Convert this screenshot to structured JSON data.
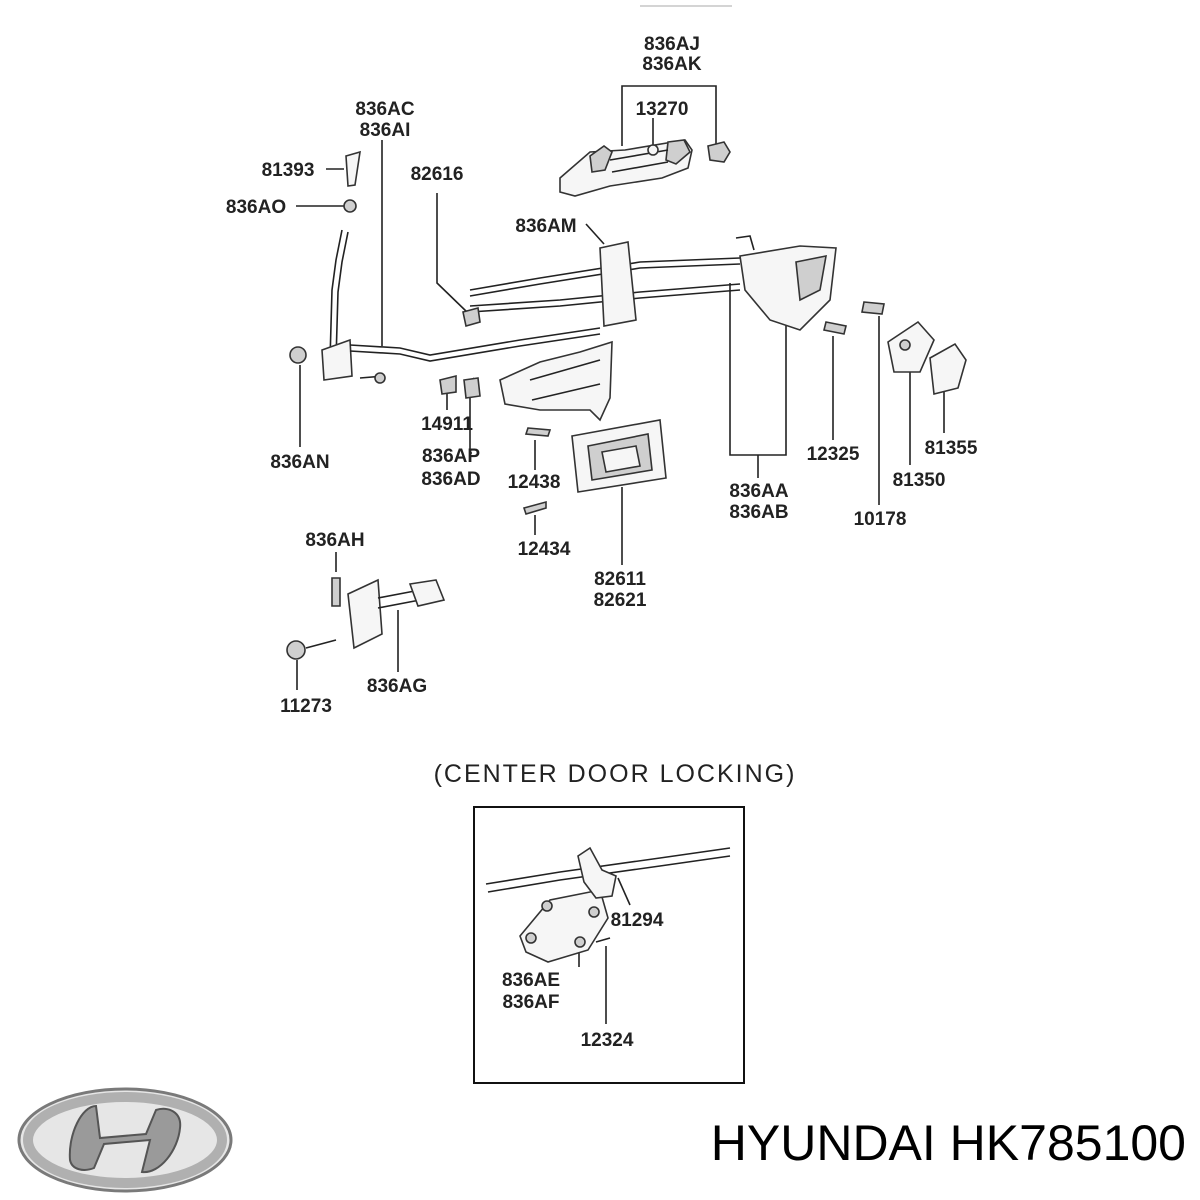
{
  "labels": {
    "l836AJ": "836AJ",
    "l836AK": "836AK",
    "l13270": "13270",
    "l836AC": "836AC",
    "l836AI": "836AI",
    "l81393": "81393",
    "l836AO": "836AO",
    "l82616": "82616",
    "l836AM": "836AM",
    "l836AN": "836AN",
    "l14911": "14911",
    "l836AP": "836AP",
    "l836AD": "836AD",
    "l12438": "12438",
    "l12434": "12434",
    "l82611": "82611",
    "l82621": "82621",
    "l836AA": "836AA",
    "l836AB": "836AB",
    "l12325": "12325",
    "l10178": "10178",
    "l81350": "81350",
    "l81355": "81355",
    "l836AH": "836AH",
    "l11273": "11273",
    "l836AG": "836AG",
    "l81294": "81294",
    "l836AE": "836AE",
    "l836AF": "836AF",
    "l12324": "12324"
  },
  "caption": "(CENTER DOOR LOCKING)",
  "brand_text": "HYUNDAI HK785100",
  "logo_alt": "Hyundai logo"
}
